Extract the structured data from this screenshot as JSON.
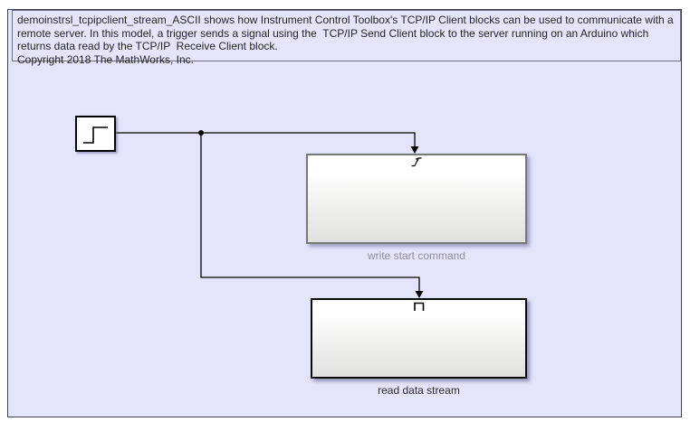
{
  "canvas": {
    "background_color": "#e4e4fa",
    "border_color": "#3f3f52"
  },
  "annotation": {
    "lines": [
      "demoinstrsl_tcpipclient_stream_ASCII shows how Instrument Control Toolbox's TCP/IP Client blocks can be used to communicate with a",
      "remote server. In this model, a trigger sends a signal using the  TCP/IP Send Client block to the server running on an Arduino which",
      "returns data read by the TCP/IP  Receive Client block.",
      "Copyright 2018 The MathWorks, Inc."
    ],
    "text_color": "#262626"
  },
  "blocks": {
    "step": {
      "type": "Step source",
      "icon": "step-signal-icon"
    },
    "write_subsystem": {
      "label": "write start command",
      "port_icon": "trigger-port-icon",
      "label_color": "#8f909b",
      "border_color": "#787878"
    },
    "read_subsystem": {
      "label": "read data stream",
      "port_icon": "enable-port-icon",
      "label_color": "#2b2b2b",
      "border_color": "#0a0a0a"
    }
  },
  "wires": {
    "step_to_write": "step output → trigger port of write start command",
    "branch_to_read": "branch → enable port of read data stream",
    "line_color": "#000000"
  }
}
